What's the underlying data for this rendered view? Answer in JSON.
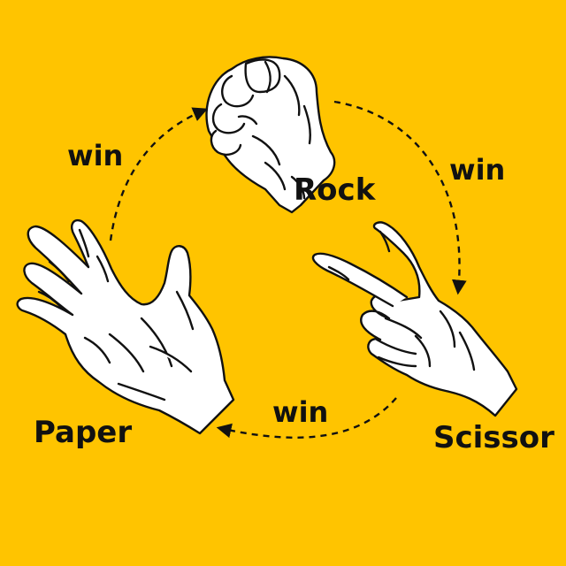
{
  "colors": {
    "background": "#FFC400",
    "ink": "#111111",
    "hand_fill": "#FFFFFF"
  },
  "nodes": {
    "rock": {
      "label": "Rock",
      "icon": "fist-icon"
    },
    "scissor": {
      "label": "Scissor",
      "icon": "peace-sign-hand-icon"
    },
    "paper": {
      "label": "Paper",
      "icon": "open-palm-icon"
    }
  },
  "edges": [
    {
      "from": "Rock",
      "to": "Scissor",
      "label": "win"
    },
    {
      "from": "Scissor",
      "to": "Paper",
      "label": "win"
    },
    {
      "from": "Paper",
      "to": "Rock",
      "label": "win"
    }
  ]
}
